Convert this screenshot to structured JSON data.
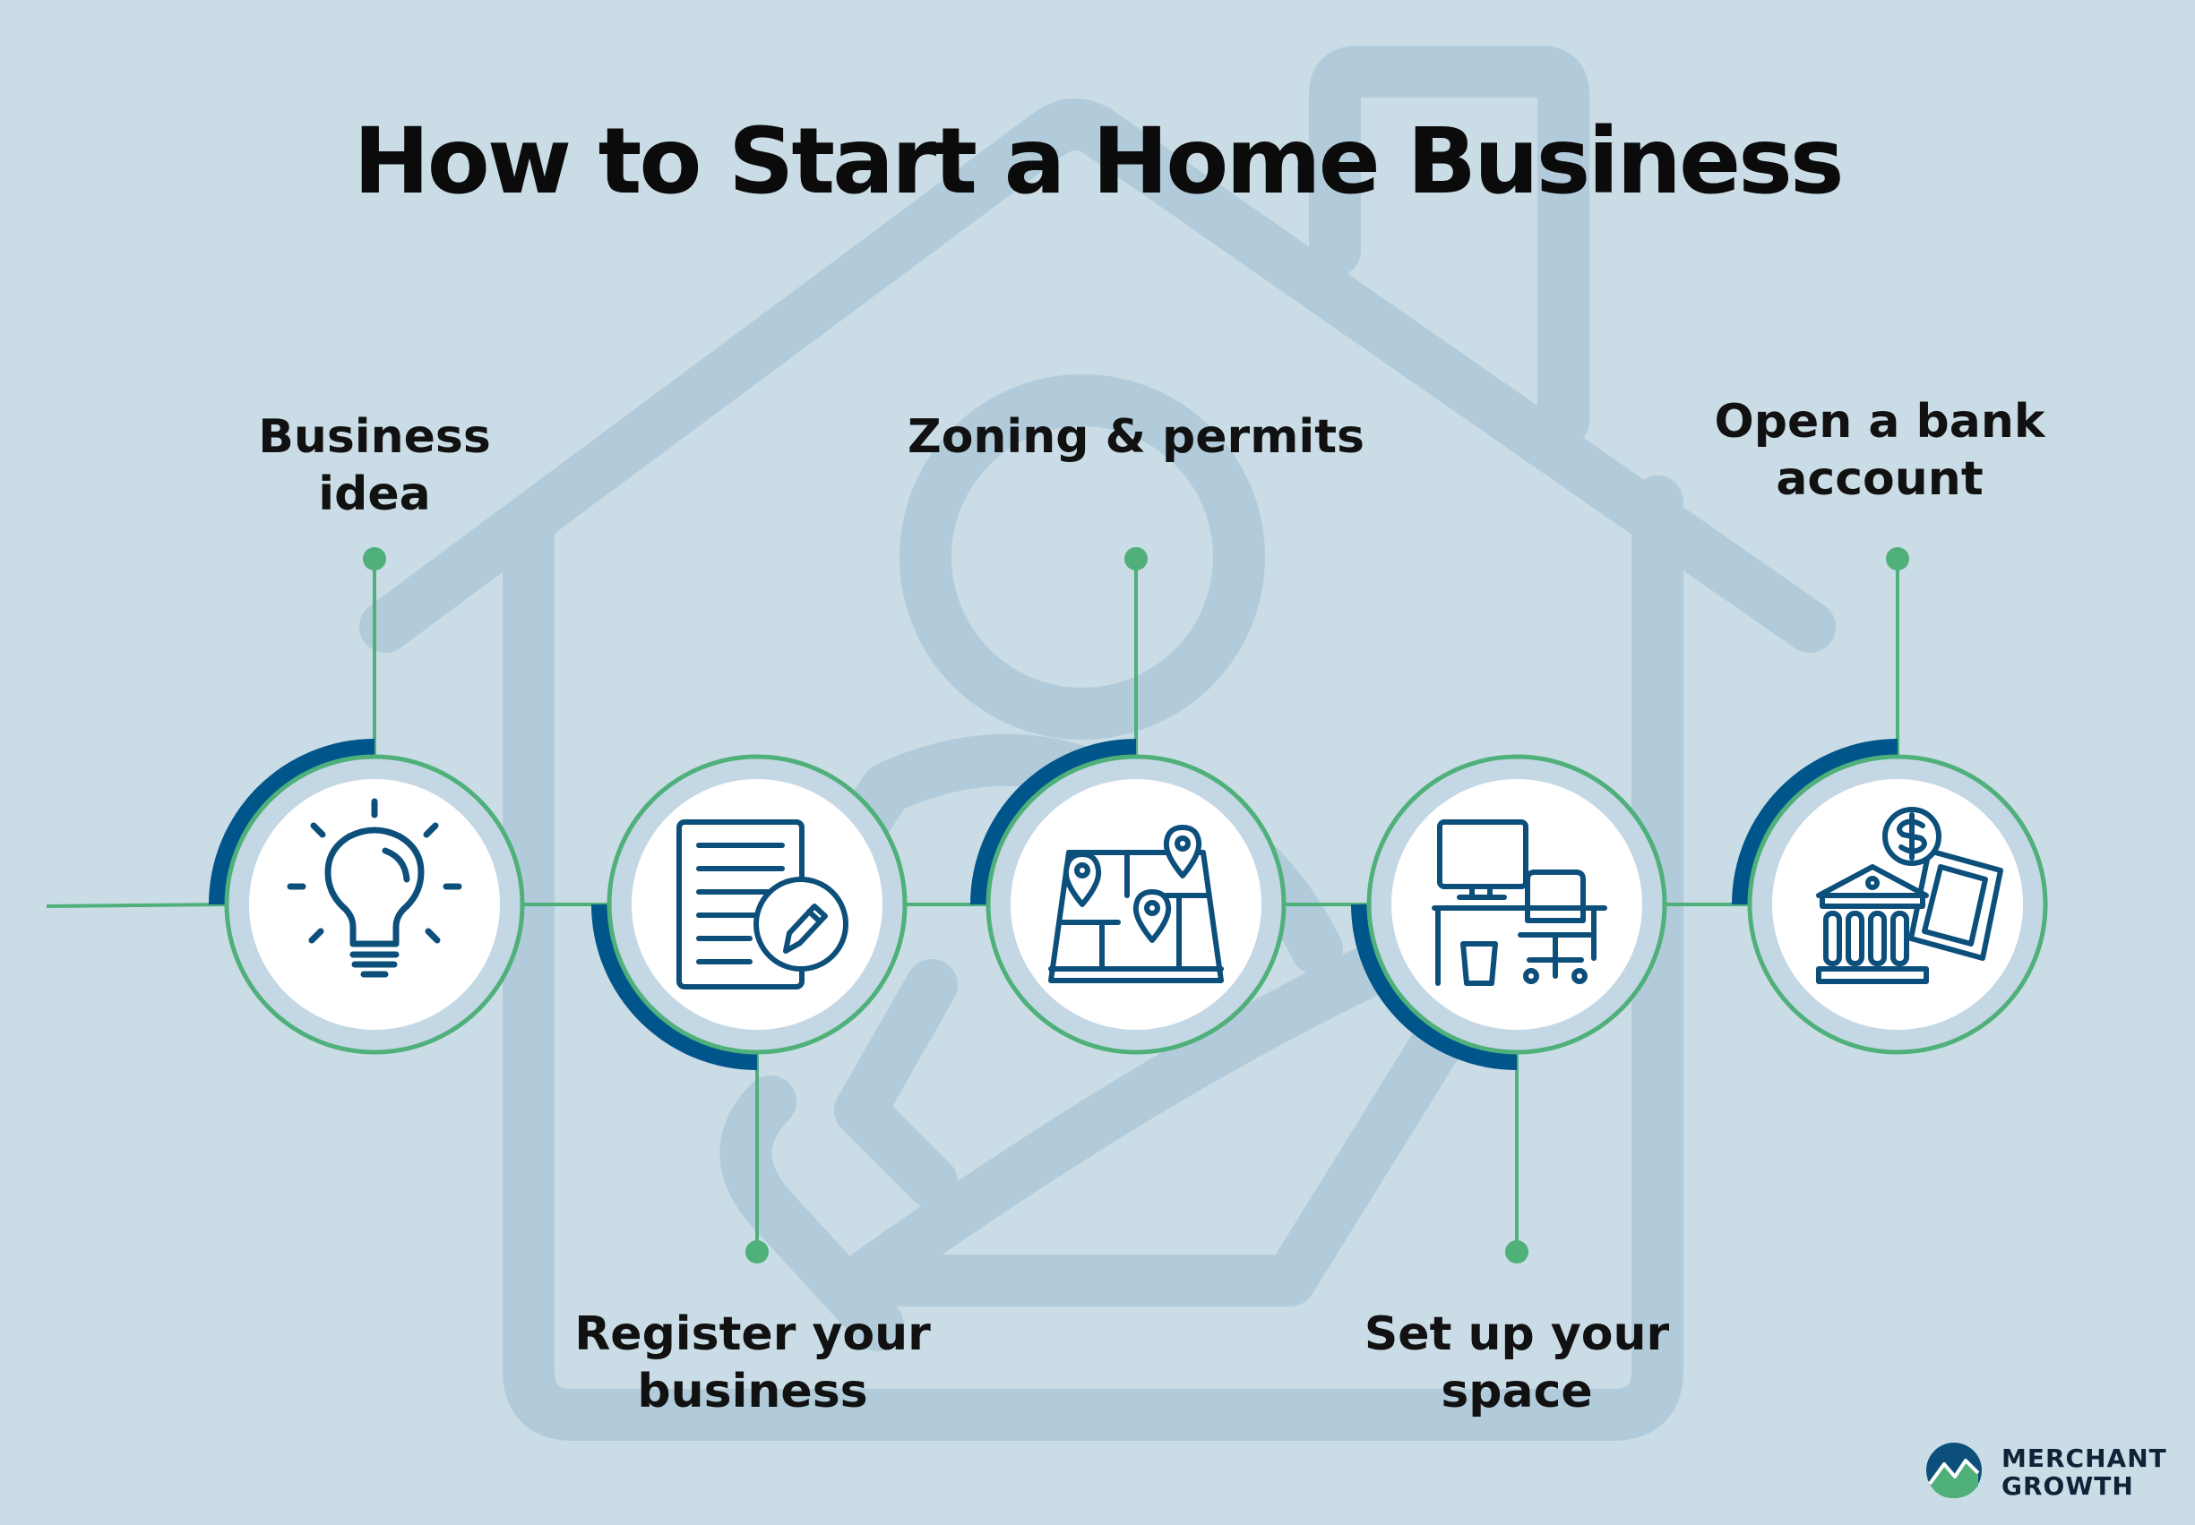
{
  "title": "How to Start a Home Business",
  "steps": [
    {
      "label_line1": "Business",
      "label_line2": "idea",
      "icon": "lightbulb-icon",
      "position": "top"
    },
    {
      "label_line1": "Register your",
      "label_line2": "business",
      "icon": "document-pen-icon",
      "position": "bottom"
    },
    {
      "label_line1": "Zoning & permits",
      "label_line2": "",
      "icon": "map-pins-icon",
      "position": "top"
    },
    {
      "label_line1": "Set up your",
      "label_line2": "space",
      "icon": "desk-workspace-icon",
      "position": "bottom"
    },
    {
      "label_line1": "Open a bank",
      "label_line2": "account",
      "icon": "bank-money-icon",
      "position": "top"
    }
  ],
  "logo": {
    "line1": "MERCHANT",
    "line2": "GROWTH",
    "icon": "merchant-growth-logo-icon"
  },
  "colors": {
    "background": "#cadce6",
    "house_watermark": "#b1cbda",
    "connector_green": "#4fb07a",
    "accent_navy": "#00558a",
    "icon_navy": "#0d4f7b",
    "ring_light": "#c4d7e4",
    "title": "#0b0b0b"
  }
}
